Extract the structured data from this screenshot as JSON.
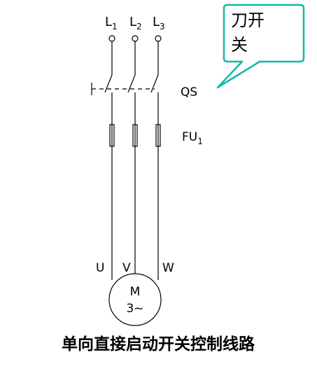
{
  "phases": [
    {
      "base": "L",
      "sub": "1"
    },
    {
      "base": "L",
      "sub": "2"
    },
    {
      "base": "L",
      "sub": "3"
    }
  ],
  "callout": {
    "line1": "刀开",
    "line2": "关",
    "border_color": "#14b8a6"
  },
  "switch_label": "QS",
  "fuse_label": {
    "base": "FU",
    "sub": "1"
  },
  "terminal_labels": [
    "U",
    "V",
    "W"
  ],
  "motor": {
    "letter": "M",
    "spec": "3~"
  },
  "caption": "单向直接启动开关控制线路"
}
